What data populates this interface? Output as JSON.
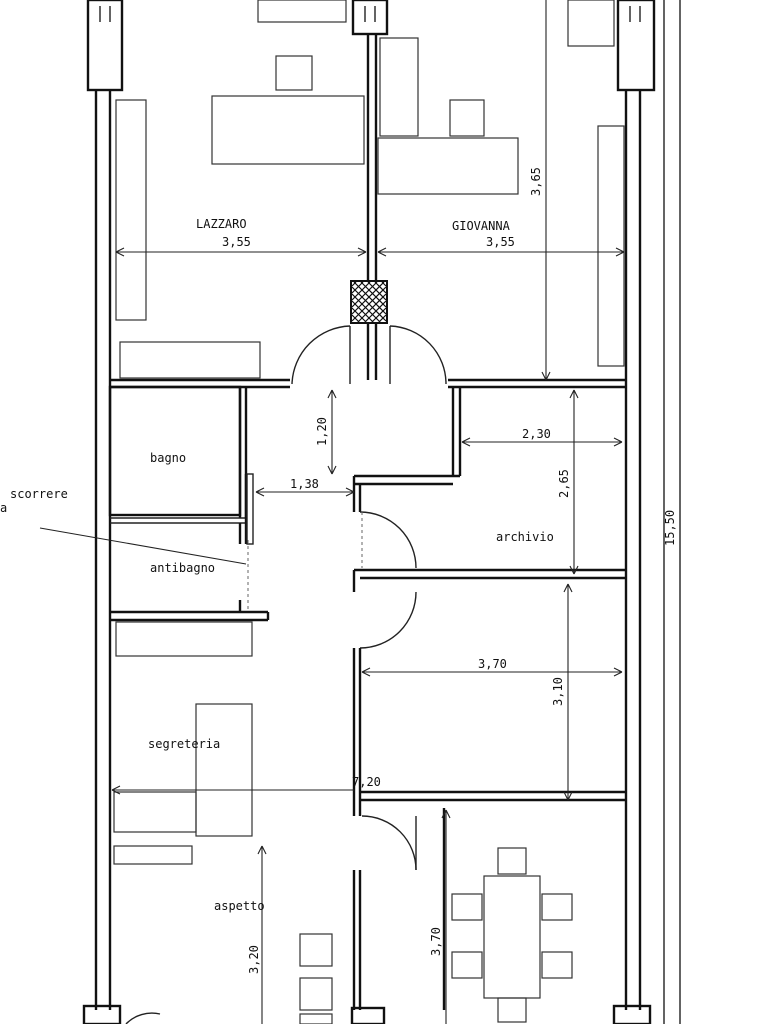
{
  "rooms": {
    "lazzaro": "LAZZARO",
    "giovanna": "GIOVANNA",
    "bagno": "bagno",
    "antibagno": "antibagno",
    "archivio": "archivio",
    "segreteria": "segreteria",
    "aspetto": "aspetto"
  },
  "dimensions": {
    "lazzaro_width": "3,55",
    "giovanna_width": "3,55",
    "giovanna_depth": "3,65",
    "corridor_depth": "1,20",
    "corridor_width": "1,38",
    "archivio_width": "2,30",
    "archivio_depth": "2,65",
    "room_width": "3,70",
    "room_depth": "3,10",
    "segreteria_width": "7,20",
    "aspetto_depth": "3,20",
    "meeting_depth": "3,70",
    "total_length": "15,50"
  },
  "notes": {
    "sliding_door_line1": "scorrere",
    "sliding_door_line2": "a"
  }
}
